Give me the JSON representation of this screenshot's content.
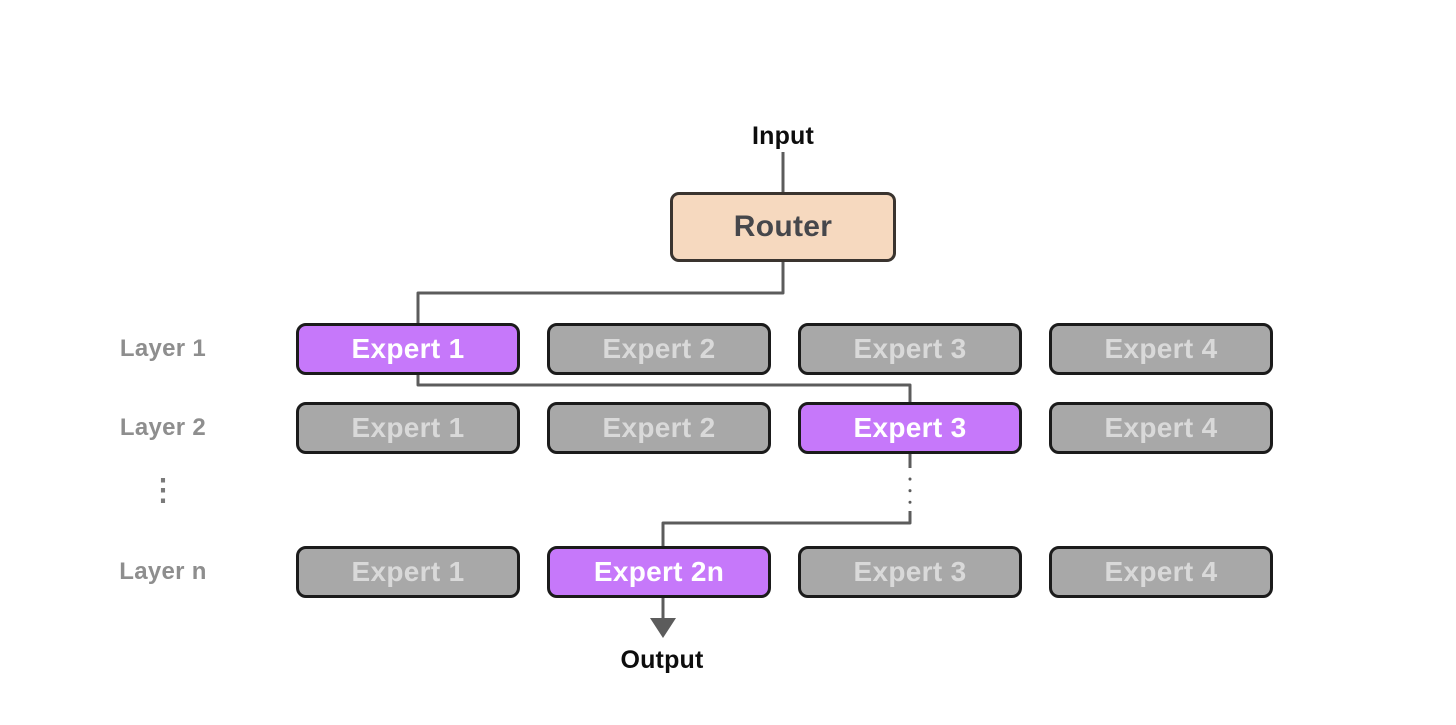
{
  "diagram": {
    "title_semantic": "Mixture-of-Experts routing diagram",
    "input_label": "Input",
    "router_label": "Router",
    "output_label": "Output",
    "ellipsis": "⋮",
    "layers": [
      {
        "label": "Layer 1",
        "experts": [
          {
            "label": "Expert 1",
            "active": true
          },
          {
            "label": "Expert 2",
            "active": false
          },
          {
            "label": "Expert 3",
            "active": false
          },
          {
            "label": "Expert 4",
            "active": false
          }
        ]
      },
      {
        "label": "Layer 2",
        "experts": [
          {
            "label": "Expert 1",
            "active": false
          },
          {
            "label": "Expert 2",
            "active": false
          },
          {
            "label": "Expert 3",
            "active": true
          },
          {
            "label": "Expert 4",
            "active": false
          }
        ]
      },
      {
        "label": "Layer n",
        "experts": [
          {
            "label": "Expert 1",
            "active": false
          },
          {
            "label": "Expert 2n",
            "active": true
          },
          {
            "label": "Expert 3",
            "active": false
          },
          {
            "label": "Expert 4",
            "active": false
          }
        ]
      }
    ],
    "colors": {
      "active_expert": "#c678fa",
      "inactive_expert": "#a8a8a8",
      "expert_border": "#1b1b1b",
      "router_fill": "#f6d9bf",
      "router_border": "#3a342f",
      "connector": "#5c5c5c"
    }
  }
}
